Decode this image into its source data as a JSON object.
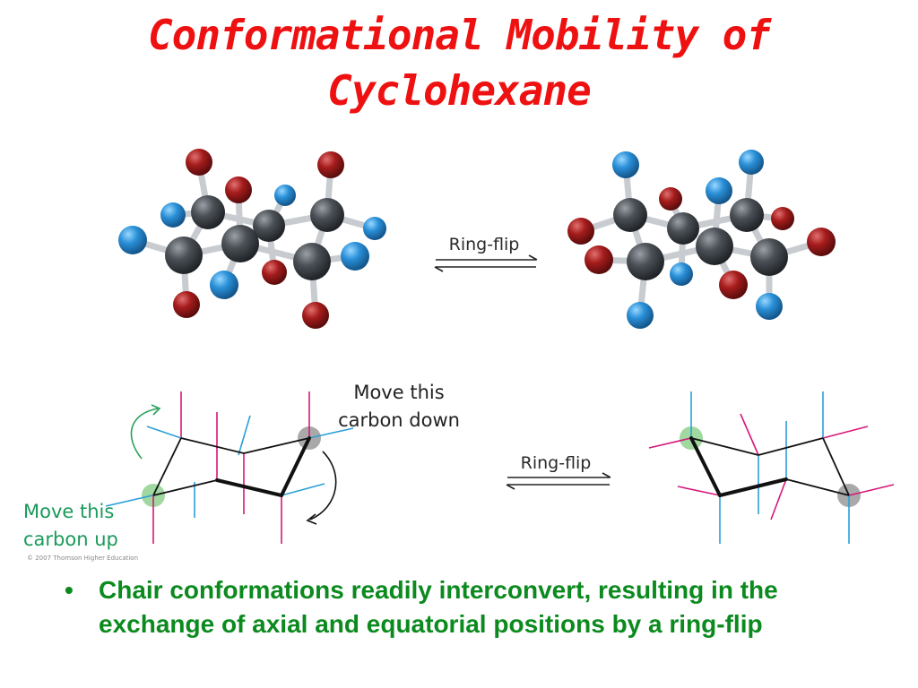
{
  "title": {
    "line1": "Conformational Mobility of",
    "line2": "Cyclohexane"
  },
  "model_figure": {
    "arrow_label": "Ring-flip"
  },
  "line_figure": {
    "arrow_label": "Ring-flip",
    "move_down_line1": "Move this",
    "move_down_line2": "carbon down",
    "move_up_line1": "Move this",
    "move_up_line2": "carbon up",
    "copyright": "© 2007 Thomson Higher Education"
  },
  "bullet": {
    "marker": "•",
    "text": "Chair conformations readily interconvert, resulting in the exchange of axial and equatorial positions by a ring-flip"
  },
  "colors": {
    "title": "#ee1111",
    "bullet_text": "#0b8a1e",
    "carbon": "#3c4146",
    "hydrogen_blue": "#2a90d8",
    "hydrogen_red": "#a61c1c",
    "axial_bond": "#d6177a",
    "equatorial_bond": "#2a9fd8",
    "highlight_green": "#8fd18f",
    "highlight_gray": "#9a9a9a",
    "curved_arrow_green": "#2aa05a"
  }
}
